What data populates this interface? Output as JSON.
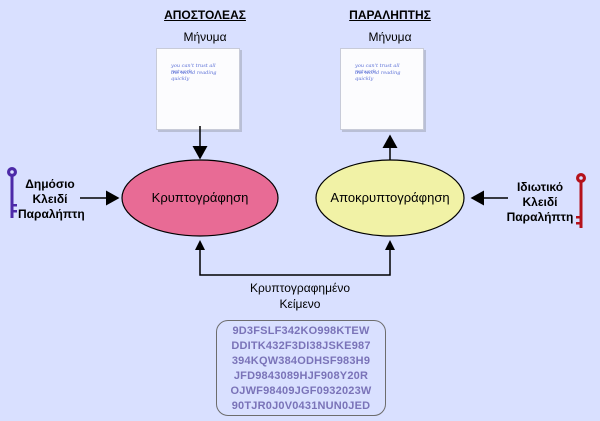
{
  "sender": {
    "heading": "ΑΠΟΣΤΟΛΕΑΣ",
    "message_label": "Μήνυμα"
  },
  "receiver": {
    "heading": "ΠΑΡΑΛΗΠΤΗΣ",
    "message_label": "Μήνυμα"
  },
  "handwriting": {
    "line1": "you can't trust all network",
    "line2": "the world reading quickly"
  },
  "encrypt": {
    "label": "Κρυπτογράφηση",
    "color": "#e86b95"
  },
  "decrypt": {
    "label": "Αποκρυπτογράφηση",
    "color": "#f1f2a6"
  },
  "public_key": {
    "line1": "Δημόσιο",
    "line2": "Κλειδί",
    "line3": "Παραλήπτη",
    "color": "#4d2aa8"
  },
  "private_key": {
    "line1": "Ιδιωτικό",
    "line2": "Κλειδί",
    "line3": "Παραλήπτη",
    "color": "#b5121b"
  },
  "ciphertext": {
    "label_line1": "Κρυπτογραφημένο",
    "label_line2": "Κείμενο",
    "lines": [
      "9D3FSLF342KO998KTEW",
      "DDITK432F3DI38JSKE987",
      "394KQW384ODHSF983H9",
      "JFD9843089HJF908Y20R",
      "OJWF98409JGF0932023W",
      "90TJR0J0V0431NUN0JED"
    ]
  }
}
